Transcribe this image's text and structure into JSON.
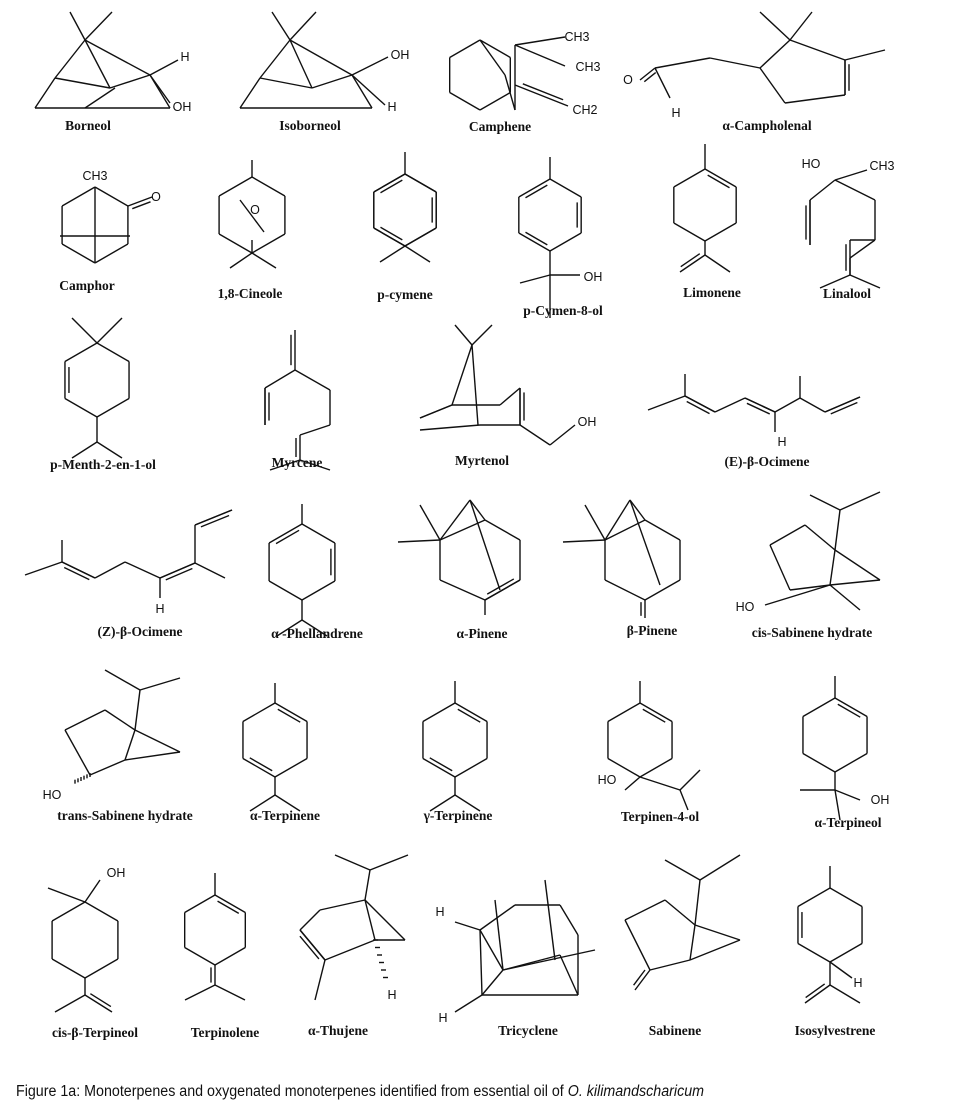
{
  "figure": {
    "caption_prefix": "Figure 1a: Monoterpenes and oxygenated monoterpenes identified from essential oil of ",
    "caption_species": "O. kilimandscharicum",
    "compounds": [
      {
        "id": "borneol",
        "name": "Borneol",
        "atoms": [
          "H",
          "OH"
        ]
      },
      {
        "id": "isoborneol",
        "name": "Isoborneol",
        "atoms": [
          "OH",
          "H"
        ]
      },
      {
        "id": "camphene",
        "name": "Camphene",
        "atoms": [
          "CH3",
          "CH3",
          "CH2"
        ]
      },
      {
        "id": "campholenal",
        "name": "α-Campholenal",
        "atoms": [
          "O",
          "H"
        ]
      },
      {
        "id": "camphor",
        "name": "Camphor",
        "atoms": [
          "CH3",
          "O"
        ]
      },
      {
        "id": "cineole",
        "name": "1,8-Cineole",
        "atoms": [
          "O"
        ]
      },
      {
        "id": "pcymene",
        "name": "p-cymene",
        "atoms": []
      },
      {
        "id": "pcymen8ol",
        "name": "p-Cymen-8-ol",
        "atoms": [
          "OH"
        ]
      },
      {
        "id": "limonene",
        "name": "Limonene",
        "atoms": []
      },
      {
        "id": "linalool",
        "name": "Linalool",
        "atoms": [
          "HO",
          "CH3"
        ]
      },
      {
        "id": "menthenol",
        "name": "p-Menth-2-en-1-ol",
        "atoms": []
      },
      {
        "id": "myrcene",
        "name": "Myrcene",
        "atoms": []
      },
      {
        "id": "myrtenol",
        "name": "Myrtenol",
        "atoms": [
          "OH"
        ]
      },
      {
        "id": "eocimene",
        "name": "(E)-β-Ocimene",
        "atoms": [
          "H"
        ]
      },
      {
        "id": "zocimene",
        "name": "(Z)-β-Ocimene",
        "atoms": [
          "H"
        ]
      },
      {
        "id": "phellandrene",
        "name": "α -Phellandrene",
        "atoms": []
      },
      {
        "id": "apinene",
        "name": "α-Pinene",
        "atoms": []
      },
      {
        "id": "bpinene",
        "name": "β-Pinene",
        "atoms": []
      },
      {
        "id": "cissabinene",
        "name": "cis-Sabinene hydrate",
        "atoms": [
          "HO"
        ]
      },
      {
        "id": "transsabinene",
        "name": "trans-Sabinene hydrate",
        "atoms": [
          "HO"
        ]
      },
      {
        "id": "aterpinene",
        "name": "α-Terpinene",
        "atoms": []
      },
      {
        "id": "gterpinene",
        "name": "γ-Terpinene",
        "atoms": []
      },
      {
        "id": "terpinen4ol",
        "name": "Terpinen-4-ol",
        "atoms": [
          "HO"
        ]
      },
      {
        "id": "aterpineol",
        "name": "α-Terpineol",
        "atoms": [
          "OH"
        ]
      },
      {
        "id": "bterpineol",
        "name": "cis-β-Terpineol",
        "atoms": [
          "OH"
        ]
      },
      {
        "id": "terpinolene",
        "name": "Terpinolene",
        "atoms": []
      },
      {
        "id": "thujene",
        "name": "α-Thujene",
        "atoms": [
          "H"
        ]
      },
      {
        "id": "tricyclene",
        "name": "Tricyclene",
        "atoms": [
          "H",
          "H"
        ]
      },
      {
        "id": "sabinene",
        "name": "Sabinene",
        "atoms": []
      },
      {
        "id": "isosylvestrene",
        "name": "Isosylvestrene",
        "atoms": [
          "H"
        ]
      }
    ]
  }
}
